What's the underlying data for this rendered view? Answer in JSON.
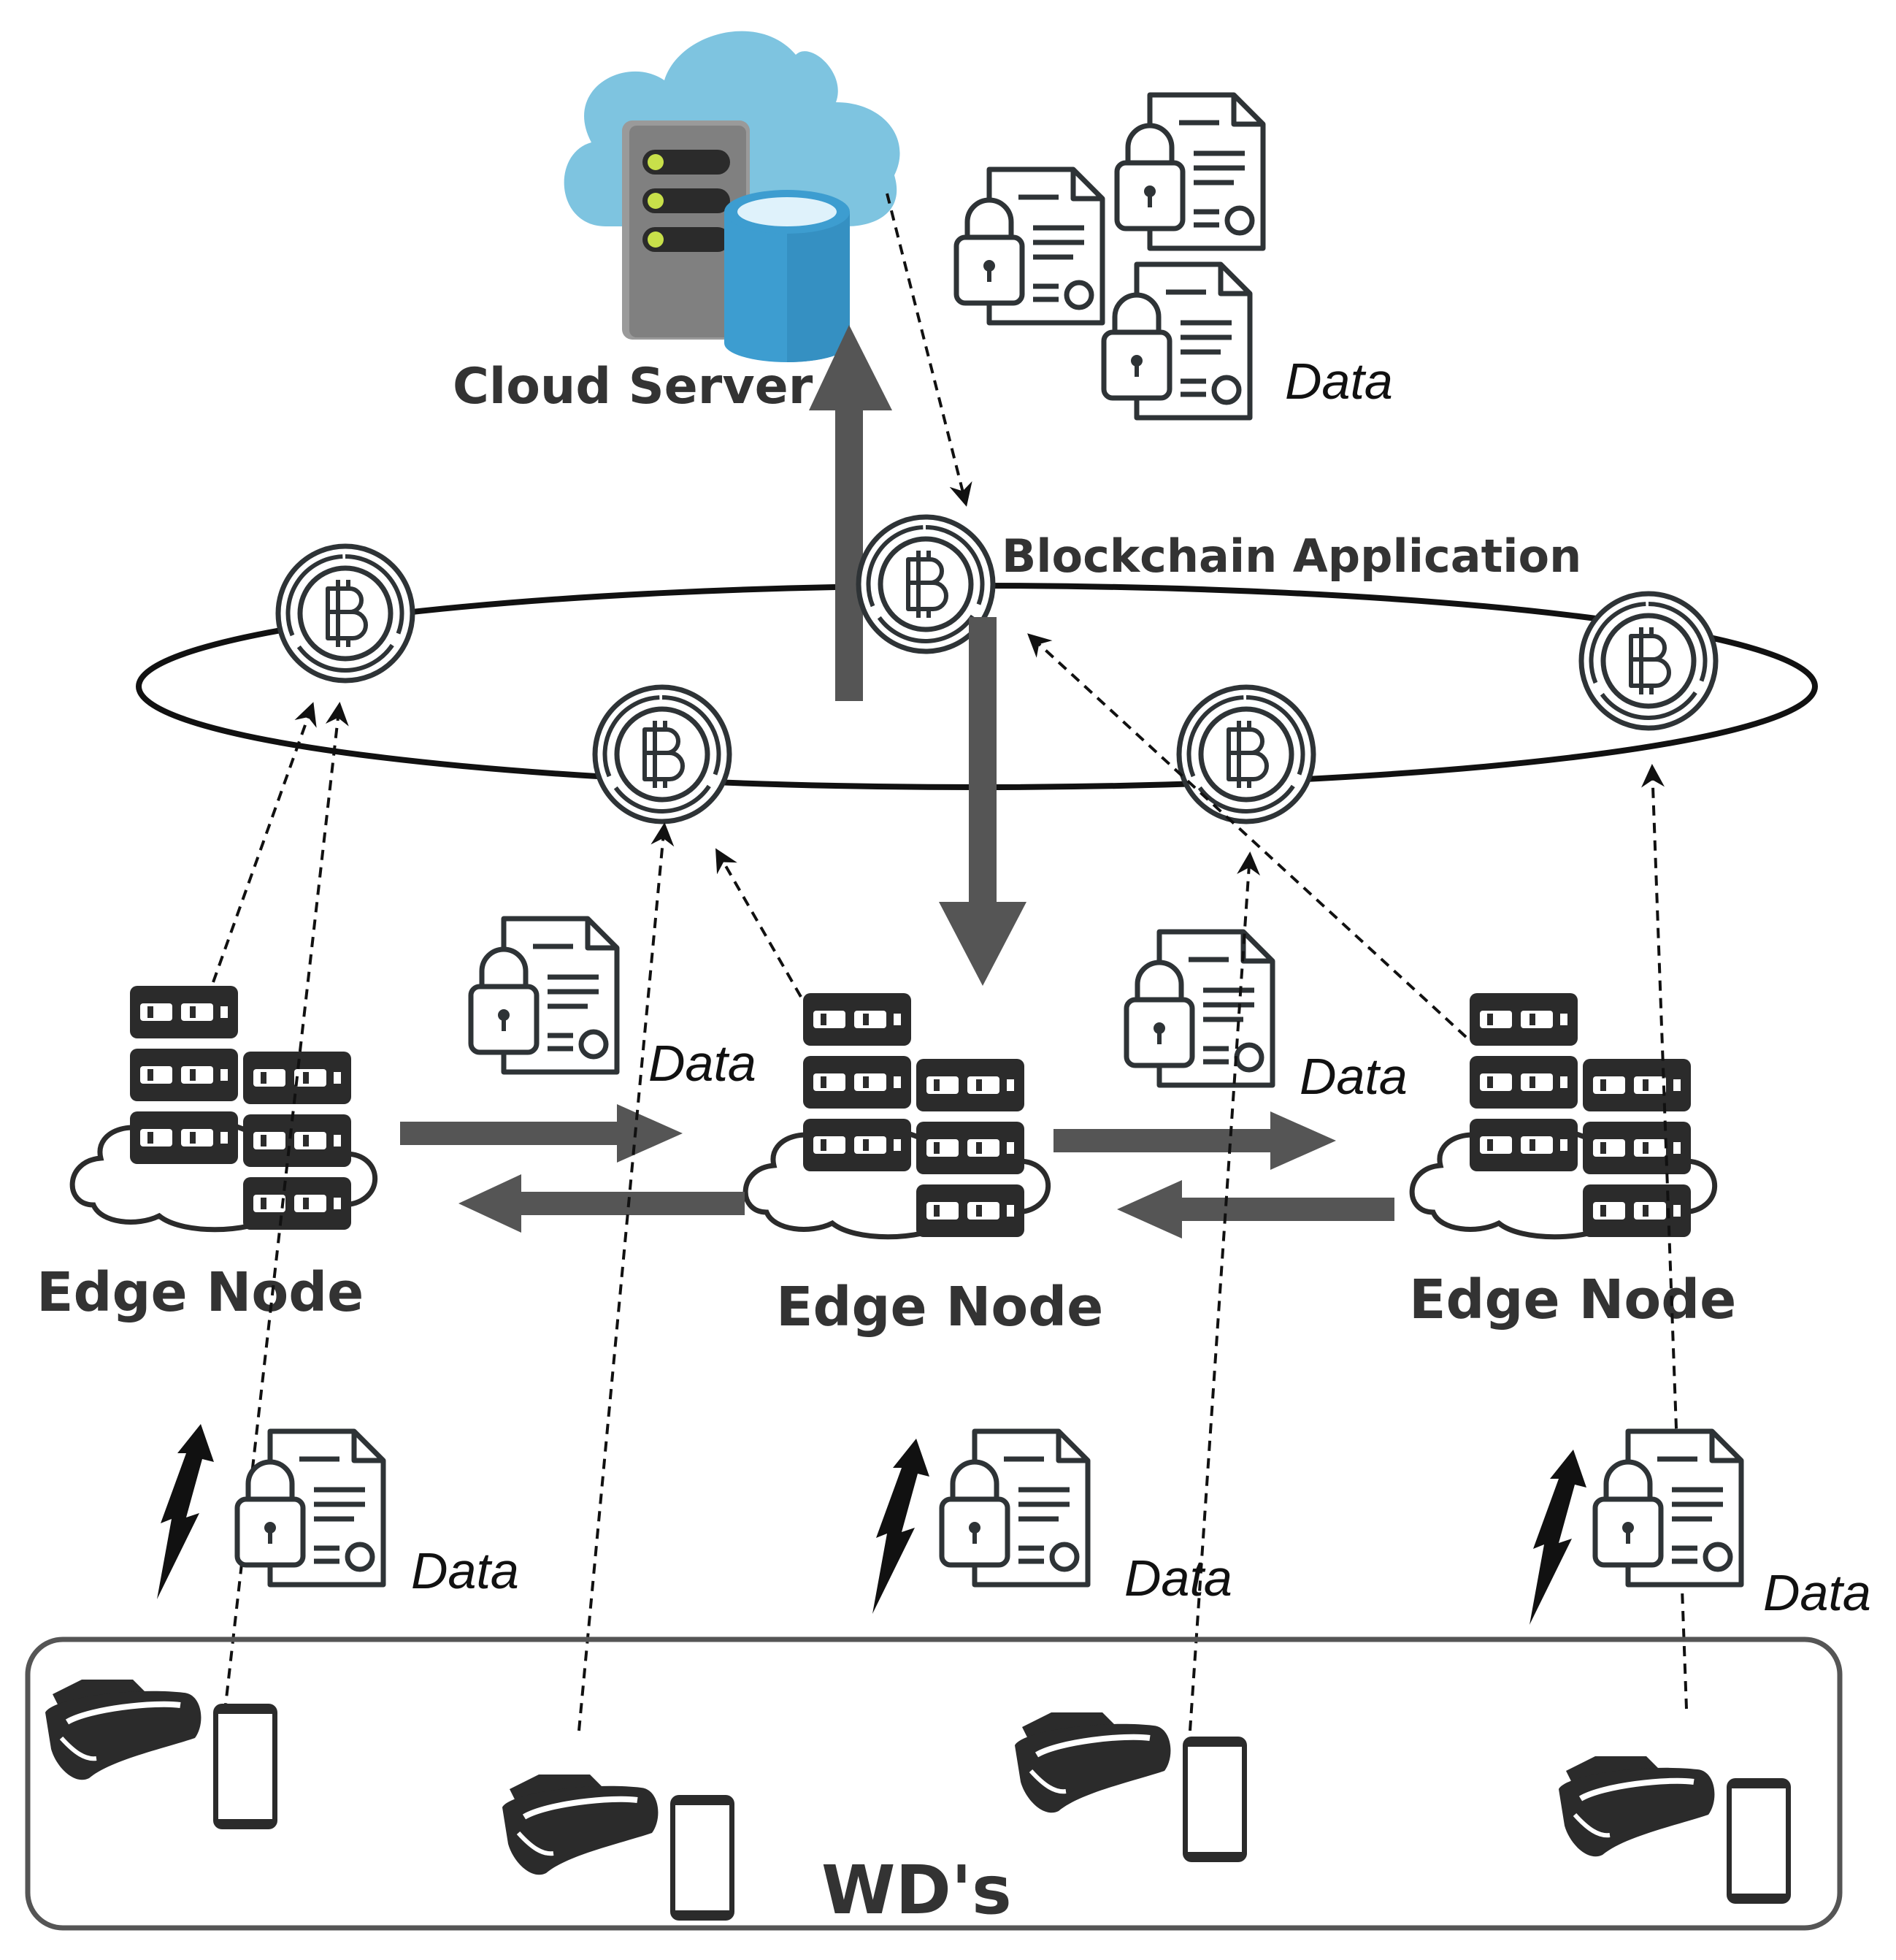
{
  "labels": {
    "cloud_server": "Cloud Server",
    "blockchain_application": "Blockchain Application",
    "edge_node": "Edge Node",
    "data": "Data",
    "wds": "WD's"
  },
  "colors": {
    "cloud": "#7ec4e0",
    "database": "#3d9dd0",
    "database_top": "#dff2fb",
    "server_body": "#808080",
    "server_led": "#c8e04a",
    "arrow_gray": "#555555",
    "icon_dark": "#2b2b2b",
    "document_stroke": "#2e3336",
    "text": "#333333"
  },
  "icons": [
    "cloud-icon",
    "server-icon",
    "database-icon",
    "bitcoin-icon",
    "locked-document-icon",
    "edge-server-stack-icon",
    "vr-headset-icon",
    "smartphone-icon",
    "wireless-signal-icon"
  ]
}
